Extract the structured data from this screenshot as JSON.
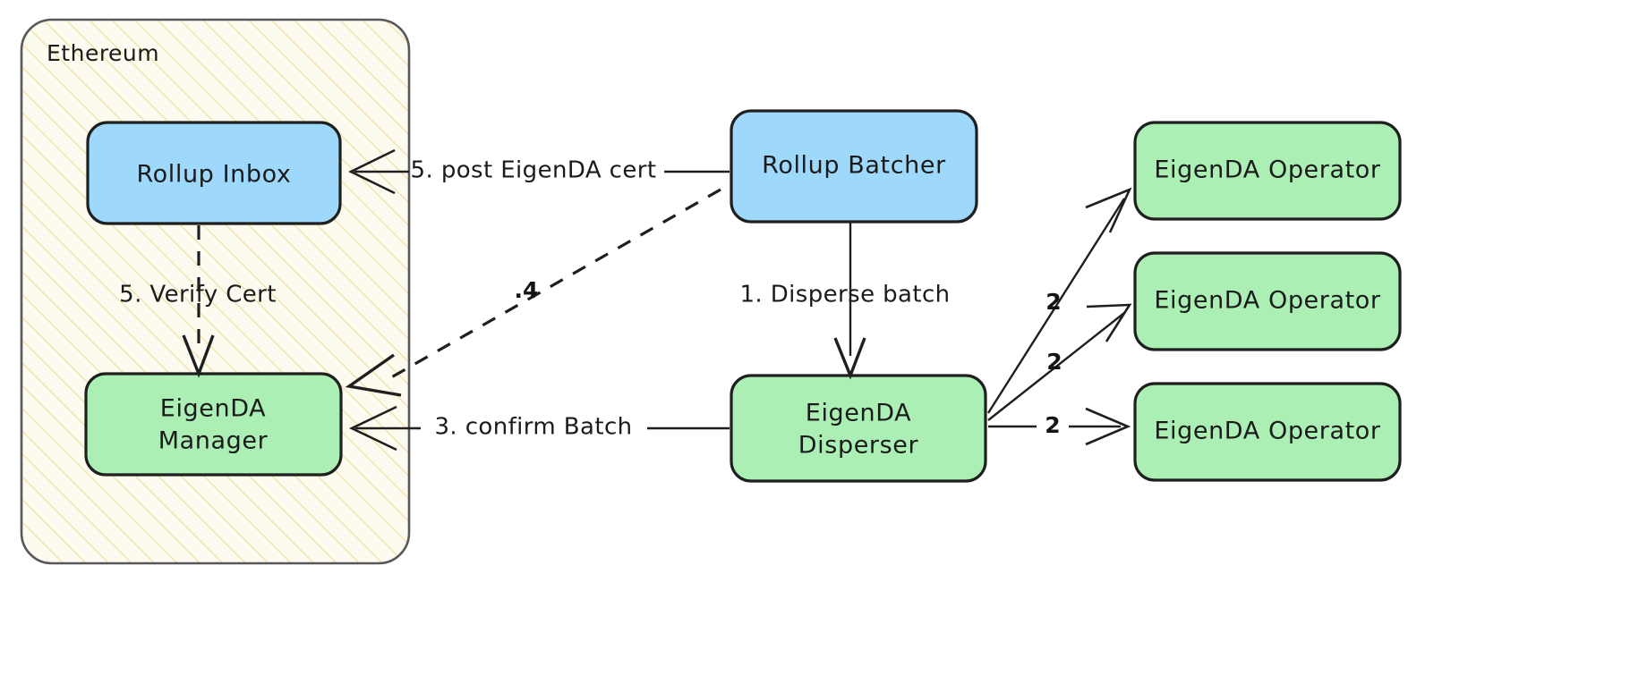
{
  "diagram": {
    "title": "EigenDA rollup data availability flow",
    "background": "#ffffff",
    "clusters": [
      {
        "id": "ethereum",
        "label": "Ethereum",
        "fill": "#fdfaf0",
        "hatch_color": "#f0dd9a",
        "border_color": "#58585a"
      }
    ],
    "nodes": [
      {
        "id": "rollup-inbox",
        "label": "Rollup Inbox",
        "fill": "#9ed8fb",
        "border": "#1f1f1f",
        "kind": "contract"
      },
      {
        "id": "eigenda-manager",
        "label_line1": "EigenDA",
        "label_line2": "Manager",
        "fill": "#abefb5",
        "border": "#1f1f1f",
        "kind": "contract"
      },
      {
        "id": "rollup-batcher",
        "label": "Rollup Batcher",
        "fill": "#9ed8fb",
        "border": "#1f1f1f",
        "kind": "service"
      },
      {
        "id": "eigenda-disperser",
        "label_line1": "EigenDA",
        "label_line2": "Disperser",
        "fill": "#abefb5",
        "border": "#1f1f1f",
        "kind": "service"
      },
      {
        "id": "eigenda-operator-1",
        "label": "EigenDA Operator",
        "fill": "#abefb5",
        "border": "#1f1f1f",
        "kind": "operator"
      },
      {
        "id": "eigenda-operator-2",
        "label": "EigenDA Operator",
        "fill": "#abefb5",
        "border": "#1f1f1f",
        "kind": "operator"
      },
      {
        "id": "eigenda-operator-3",
        "label": "EigenDA Operator",
        "fill": "#abefb5",
        "border": "#1f1f1f",
        "kind": "operator"
      }
    ],
    "edges": [
      {
        "id": "edge-disperse-batch",
        "label": "1. Disperse batch",
        "from": "rollup-batcher",
        "to": "eigenda-disperser",
        "style": "solid"
      },
      {
        "id": "edge-store-1",
        "label": "2",
        "from": "eigenda-disperser",
        "to": "eigenda-operator-1",
        "style": "solid"
      },
      {
        "id": "edge-store-2",
        "label": "2",
        "from": "eigenda-disperser",
        "to": "eigenda-operator-2",
        "style": "solid"
      },
      {
        "id": "edge-store-3",
        "label": "2",
        "from": "eigenda-disperser",
        "to": "eigenda-operator-3",
        "style": "solid"
      },
      {
        "id": "edge-confirm-batch",
        "label": "3. confirm Batch",
        "from": "eigenda-disperser",
        "to": "eigenda-manager",
        "style": "solid"
      },
      {
        "id": "edge-four",
        "label": ".4",
        "from": "rollup-batcher",
        "to": "eigenda-manager",
        "style": "dashed"
      },
      {
        "id": "edge-post-cert",
        "label": "5. post EigenDA cert",
        "from": "rollup-batcher",
        "to": "rollup-inbox",
        "style": "solid"
      },
      {
        "id": "edge-verify-cert",
        "label": "5. Verify Cert",
        "from": "rollup-inbox",
        "to": "eigenda-manager",
        "style": "dashed"
      }
    ]
  }
}
